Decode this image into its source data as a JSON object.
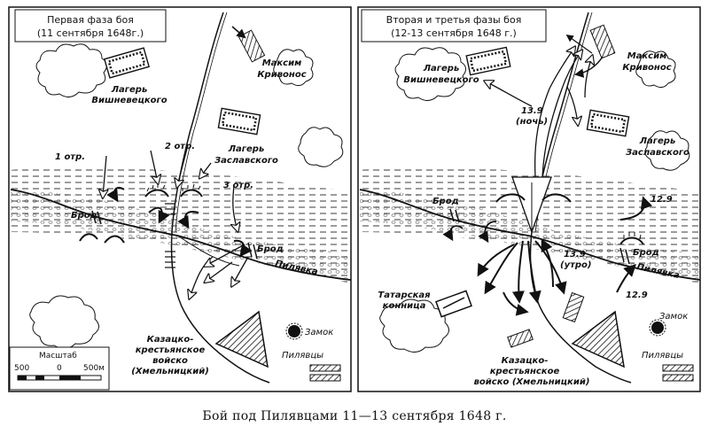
{
  "panel_left": {
    "title_line1": "Первая  фаза  боя",
    "title_line2": "(11 сентября  1648г.)",
    "labels": {
      "camp_vishnevetsky_1": "Лагерь",
      "camp_vishnevetsky_2": "Вишневецкого",
      "camp_zaslavsky_1": "Лагерь",
      "camp_zaslavsky_2": "Заславского",
      "maxim_1": "Максим",
      "maxim_2": "Кривонос",
      "otr1": "1 отр.",
      "otr2": "2 отр.",
      "otr3": "3 отр.",
      "brod_left": "Брод",
      "brod_right": "Брод",
      "river": "Пилявка",
      "army_1": "Казацко-",
      "army_2": "крестьянское",
      "army_3": "войско",
      "army_4": "(Хмельницкий)",
      "castle": "Замок",
      "town": "Пилявцы"
    },
    "scale": {
      "title": "Масштаб",
      "tick_left": "500",
      "tick_mid": "0",
      "tick_right": "500м"
    }
  },
  "panel_right": {
    "title_line1": "Вторая  и  третья  фазы  боя",
    "title_line2": "(12-13  сентября  1648 г.)",
    "labels": {
      "camp_vishnevetsky_1": "Лагерь",
      "camp_vishnevetsky_2": "Вишневецкого",
      "camp_zaslavsky_1": "Лагерь",
      "camp_zaslavsky_2": "Заславского",
      "maxim_1": "Максим",
      "maxim_2": "Кривонос",
      "date_night_1": "13.9",
      "date_night_2": "(ночь)",
      "date_129_top": "12.9",
      "date_morning_1": "13.9",
      "date_morning_2": "(утро)",
      "date_129_bottom": "12.9",
      "brod_left": "Брод",
      "brod_right": "Брод",
      "river": "Пилявка",
      "tatar_1": "Татарская",
      "tatar_2": "конница",
      "army_1": "Казацко-",
      "army_2": "крестьянское",
      "army_3": "войско (Хмельницкий)",
      "castle": "Замок",
      "town": "Пилявцы"
    }
  },
  "caption": "Бой под Пилявцами 11—13 сентября 1648 г."
}
